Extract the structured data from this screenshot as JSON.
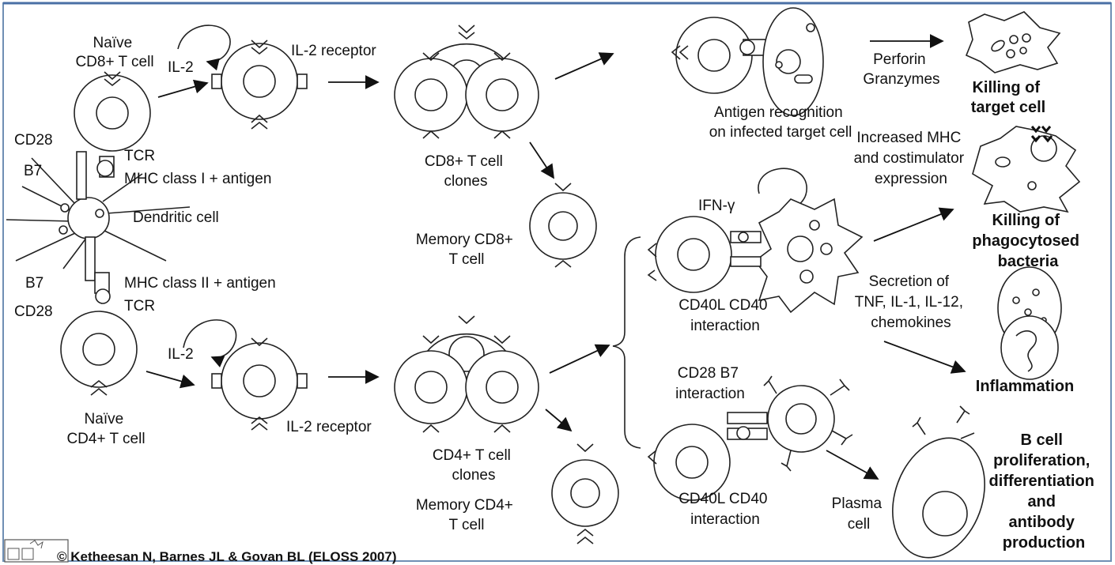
{
  "labels": {
    "naive_cd8": [
      "Naïve",
      "CD8+ T cell"
    ],
    "il2_top": "IL-2",
    "il2r_top": "IL-2 receptor",
    "cd28_top": "CD28",
    "tcr_top": "TCR",
    "b7_top": "B7",
    "mhc1": "MHC class I + antigen",
    "dendritic": "Dendritic cell",
    "b7_bottom": "B7",
    "mhc2": "MHC class II + antigen",
    "cd28_bottom": "CD28",
    "tcr_bottom": "TCR",
    "il2_bottom": "IL-2",
    "naive_cd4": [
      "Naïve",
      "CD4+ T cell"
    ],
    "il2r_bottom": "IL-2 receptor",
    "cd8_clones": [
      "CD8+ T cell",
      "clones"
    ],
    "memory_cd8": [
      "Memory CD8+",
      "T cell"
    ],
    "cd4_clones": [
      "CD4+ T cell",
      "clones"
    ],
    "memory_cd4": [
      "Memory CD4+",
      "T cell"
    ],
    "antigen_recognition": [
      "Antigen recognition",
      "on infected target cell"
    ],
    "perforin": [
      "Perforin",
      "Granzymes"
    ],
    "killing_target": [
      "Killing of",
      "target cell"
    ],
    "increased_mhc": [
      "Increased MHC",
      "and costimulator",
      "expression"
    ],
    "ifn": "IFN-γ",
    "cd40l_top": [
      "CD40L CD40",
      "interaction"
    ],
    "killing_phago": [
      "Killing of",
      "phagocytosed",
      "bacteria"
    ],
    "secretion": [
      "Secretion of",
      "TNF, IL-1, IL-12,",
      "chemokines"
    ],
    "inflammation": "Inflammation",
    "cd28_b7": [
      "CD28 B7",
      "interaction"
    ],
    "cd40l_bottom": [
      "CD40L CD40",
      "interaction"
    ],
    "plasma": [
      "Plasma",
      "cell"
    ],
    "bcell": [
      "B cell",
      "proliferation,",
      "differentiation",
      "and",
      "antibody",
      "production"
    ]
  },
  "copyright": "© Ketheesan N, Barnes JL & Govan BL (ELOSS 2007)"
}
